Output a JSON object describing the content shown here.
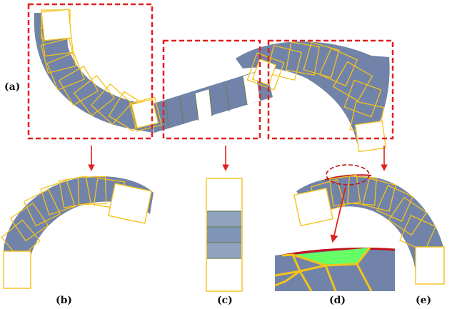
{
  "labels": {
    "a": "(a)",
    "b": "(b)",
    "c": "(c)",
    "d": "(d)",
    "e": "(e)"
  },
  "colors": {
    "shape_fill": "#7183a8",
    "tile_stroke": "#f5c21b",
    "frame_dash": "#e0201e",
    "arrow": "#e0201e",
    "highlight": "#66ff66",
    "rim": "#c0141b"
  }
}
